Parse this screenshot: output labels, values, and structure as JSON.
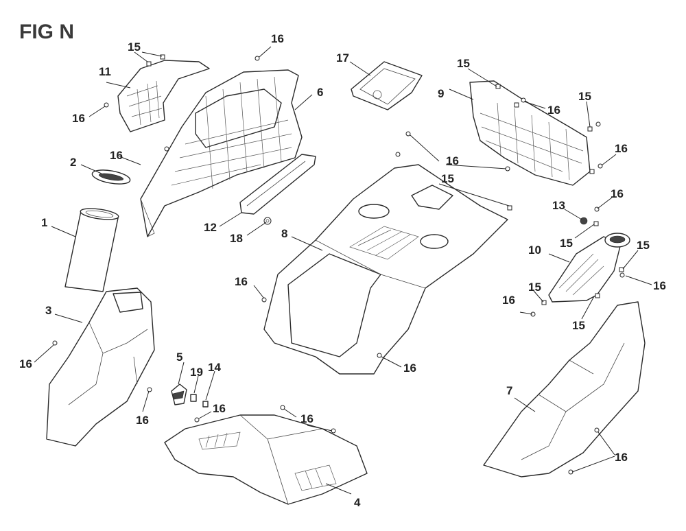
{
  "figure": {
    "title": "FIG N"
  },
  "callouts": {
    "c1": "1",
    "c2": "2",
    "c3": "3",
    "c4": "4",
    "c5": "5",
    "c6": "6",
    "c7": "7",
    "c8": "8",
    "c9": "9",
    "c10": "10",
    "c11": "11",
    "c12": "12",
    "c13": "13",
    "c14": "14",
    "c15": "15",
    "c16": "16",
    "c17": "17",
    "c18": "18",
    "c19": "19"
  }
}
